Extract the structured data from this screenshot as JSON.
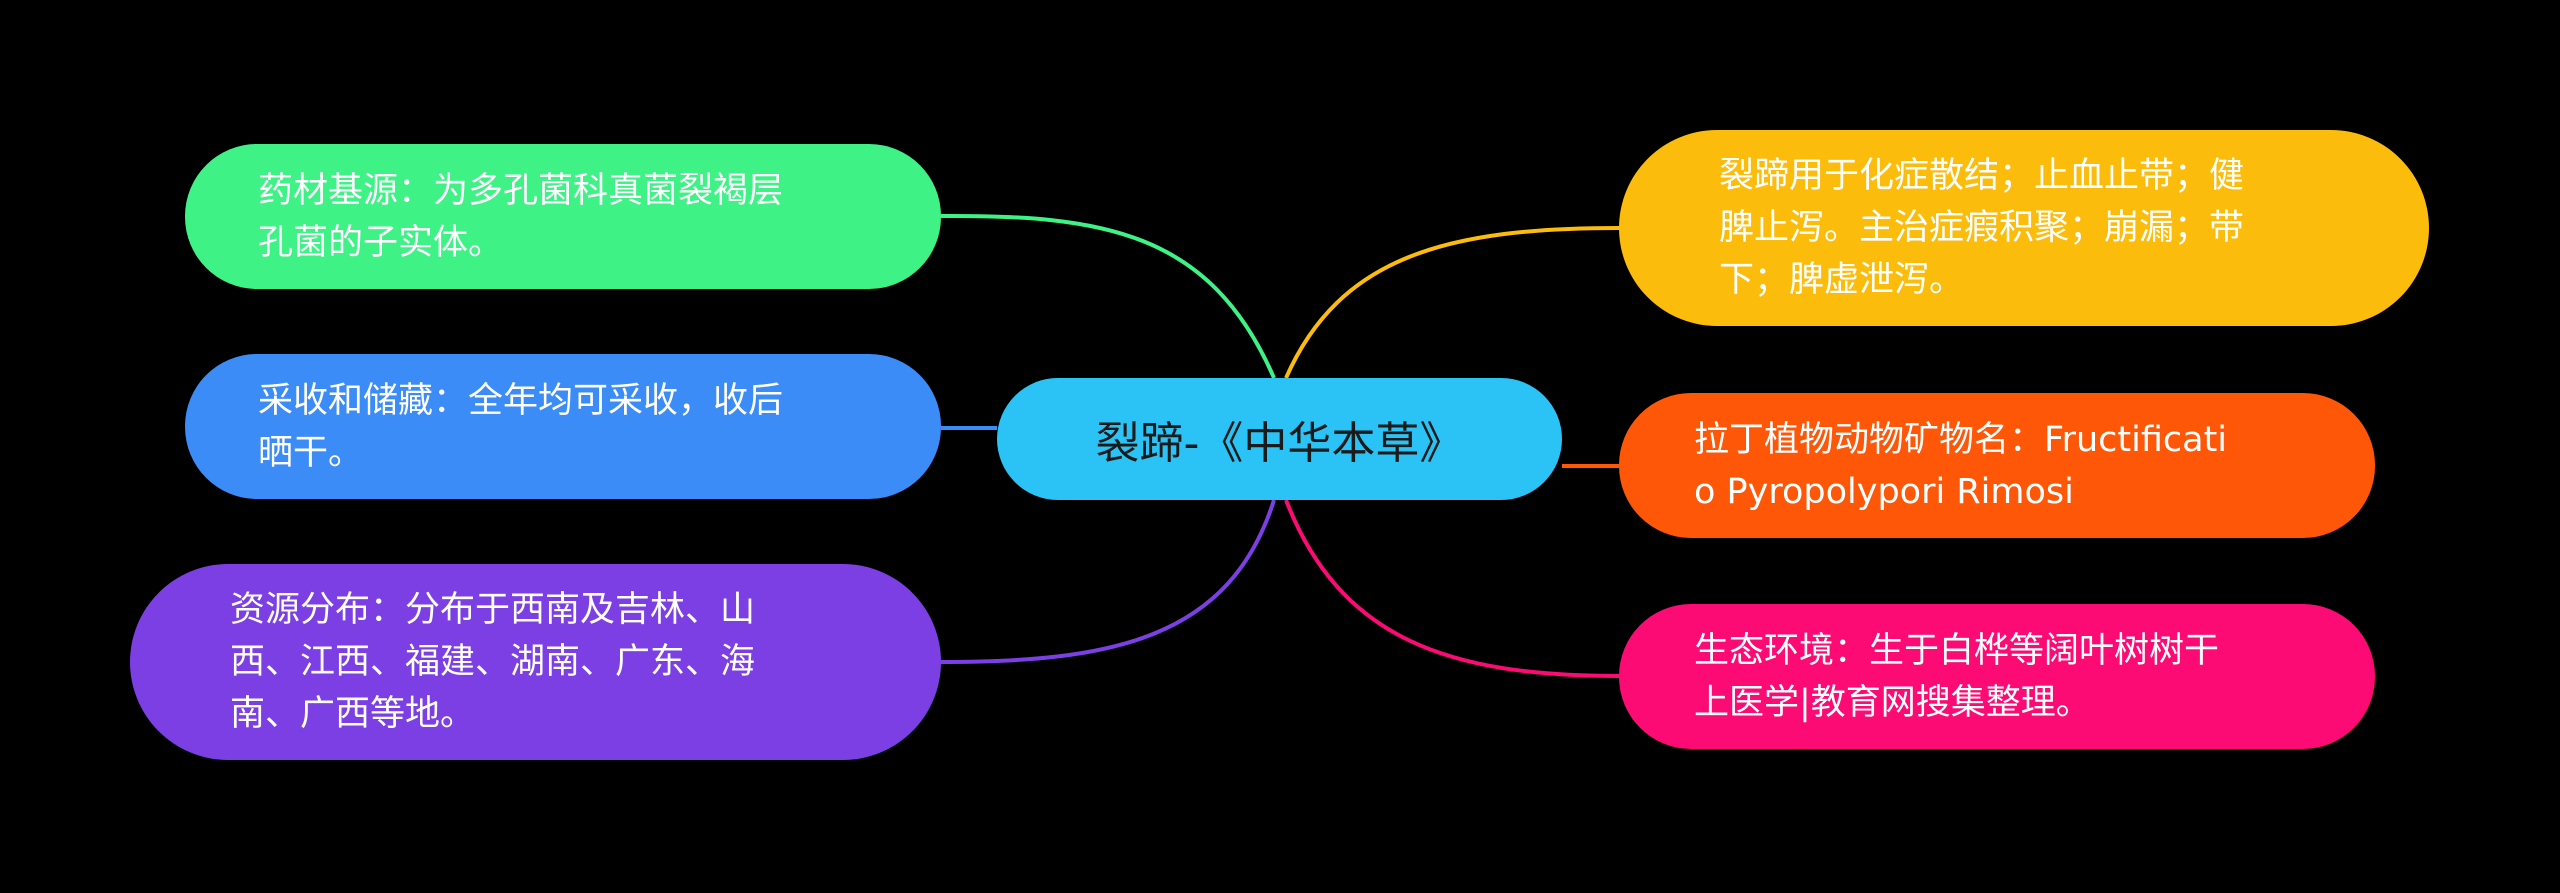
{
  "center": {
    "label": "裂蹄-《中华本草》",
    "color": "#2bc3f5"
  },
  "topics": [
    {
      "lines": [
        "药材基源：为多孔菌科真菌裂褐层",
        "孔菌的子实体。"
      ],
      "color": "#3ef286"
    },
    {
      "lines": [
        "采收和储藏：全年均可采收，收后",
        "晒干。"
      ],
      "color": "#3b8cf7"
    },
    {
      "lines": [
        "资源分布：分布于西南及吉林、山",
        "西、江西、福建、湖南、广东、海",
        "南、广西等地。"
      ],
      "color": "#7b3fe4"
    },
    {
      "lines": [
        "裂蹄用于化症散结；止血止带；健",
        "脾止泻。主治症瘕积聚；崩漏；带",
        "下；脾虚泄泻。"
      ],
      "color": "#fcbc0c"
    },
    {
      "lines": [
        "拉丁植物动物矿物名：Fructificati",
        "o Pyropolypori Rimosi"
      ],
      "color": "#fe5708"
    },
    {
      "lines": [
        "生态环境：生于白桦等阔叶树树干",
        "上医学|教育网搜集整理。"
      ],
      "color": "#fc0b74"
    }
  ]
}
